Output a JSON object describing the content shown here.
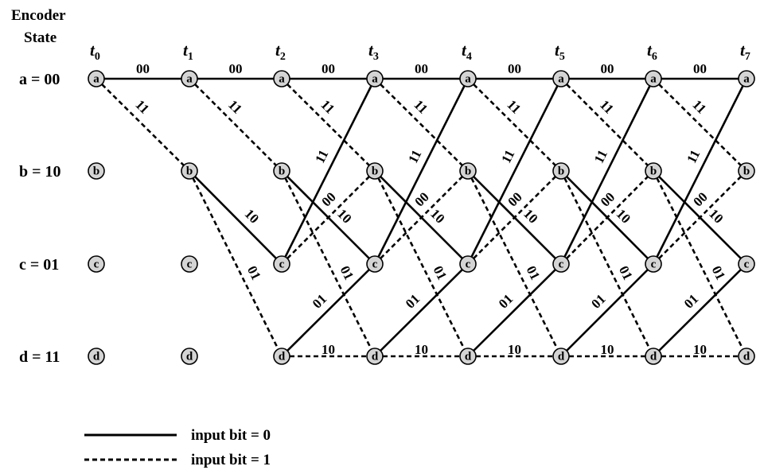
{
  "header": {
    "line1": "Encoder",
    "line2": "State"
  },
  "states": [
    {
      "id": "a",
      "label": "a = 00"
    },
    {
      "id": "b",
      "label": "b = 10"
    },
    {
      "id": "c",
      "label": "c = 01"
    },
    {
      "id": "d",
      "label": "d = 11"
    }
  ],
  "time_base": "t",
  "time_indices": [
    "0",
    "1",
    "2",
    "3",
    "4",
    "5",
    "6",
    "7"
  ],
  "transitions": [
    {
      "from": "a",
      "to": "a",
      "output": "00",
      "input": 0
    },
    {
      "from": "a",
      "to": "b",
      "output": "11",
      "input": 1
    },
    {
      "from": "b",
      "to": "c",
      "output": "10",
      "input": 0
    },
    {
      "from": "b",
      "to": "d",
      "output": "01",
      "input": 1
    },
    {
      "from": "c",
      "to": "a",
      "output": "11",
      "input": 0
    },
    {
      "from": "c",
      "to": "b",
      "output": "00",
      "input": 1
    },
    {
      "from": "d",
      "to": "c",
      "output": "01",
      "input": 0
    },
    {
      "from": "d",
      "to": "d",
      "output": "10",
      "input": 1
    }
  ],
  "legend": [
    {
      "style": "solid",
      "label": "input bit = 0"
    },
    {
      "style": "dashed",
      "label": "input bit = 1"
    }
  ],
  "colors": {
    "node_fill": "#d4d4d4",
    "line": "#000000"
  }
}
